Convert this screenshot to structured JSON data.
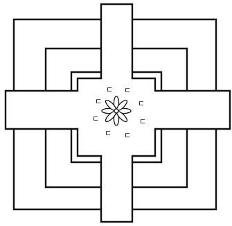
{
  "diagram": {
    "type": "nested-square-frames-with-cross",
    "frame_count": 3,
    "center_motif": "flower-icon",
    "marks": [
      "ㄷ",
      "ㄷ",
      "ㄷ",
      "ㄷ",
      "ㄷ",
      "ㄷ",
      "ㄷ",
      "ㄷ"
    ]
  },
  "colors": {
    "ink": "#111111",
    "paper": "#ffffff"
  }
}
